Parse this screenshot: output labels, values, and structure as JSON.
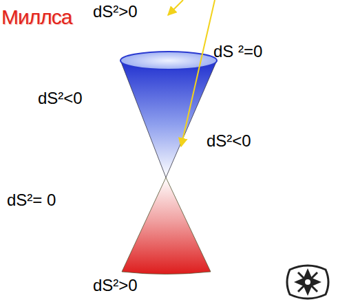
{
  "diagram": {
    "title": "Миллса",
    "labels": [
      "dS²>0",
      "dS ²=0",
      "dS²<0",
      "dS²<0",
      "dS²= 0",
      "dS²>0"
    ]
  }
}
